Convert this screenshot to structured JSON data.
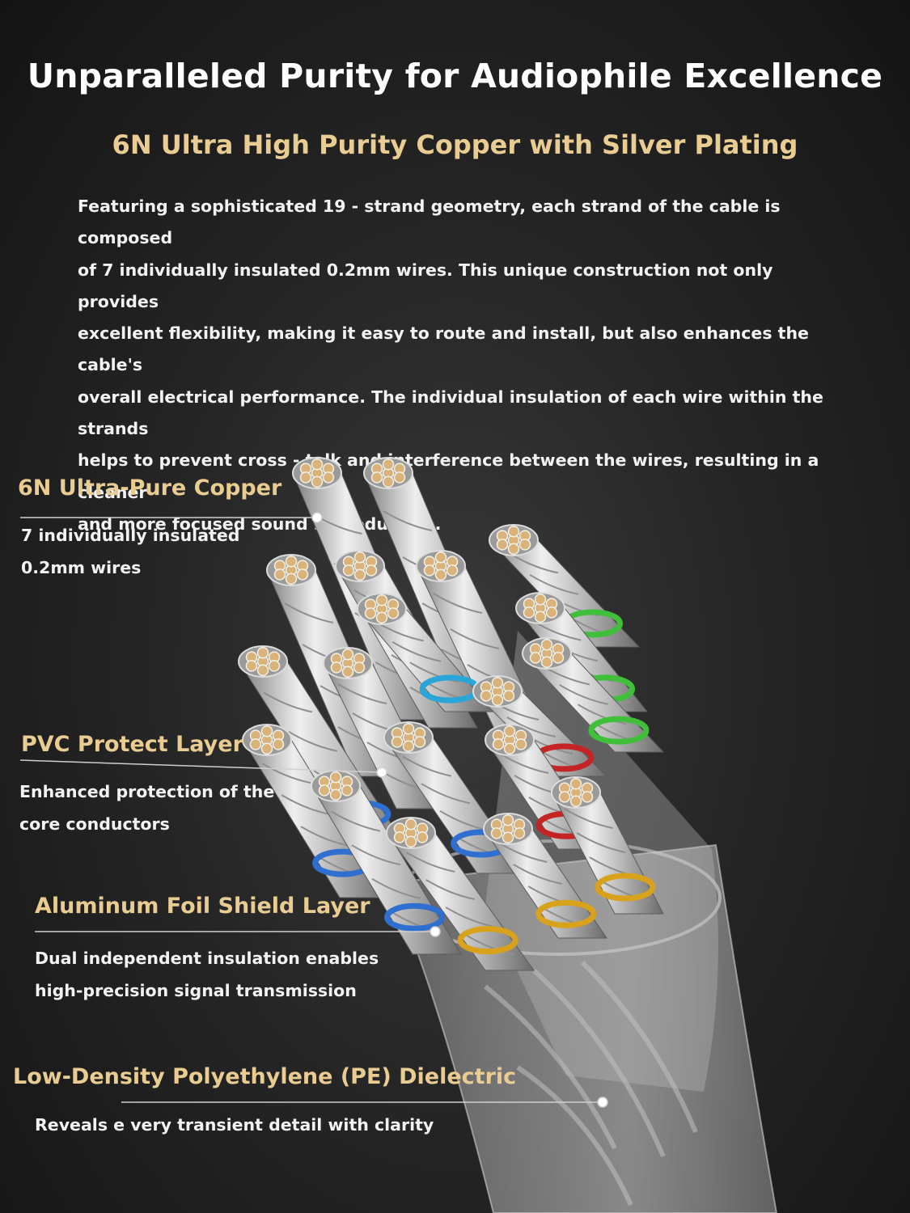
{
  "header": {
    "title": "Unparalleled Purity for Audiophile Excellence",
    "subtitle": "6N Ultra High Purity Copper with Silver Plating",
    "description": [
      "Featuring a sophisticated 19 - strand geometry, each strand of the cable is composed",
      "of 7 individually insulated 0.2mm wires. This unique construction not only provides",
      "excellent flexibility, making it easy to route and install, but also enhances the cable's",
      "overall electrical performance. The individual insulation of each wire within the strands",
      "helps to prevent cross - talk and interference between the wires, resulting in a cleaner",
      "and more focused sound reproduction."
    ]
  },
  "callouts": [
    {
      "title": "6N Ultra-Pure Copper",
      "lines": [
        "7 individually insulated",
        "0.2mm wires"
      ]
    },
    {
      "title": "PVC Protect Layer",
      "lines": [
        "Enhanced protection of the",
        "core conductors"
      ]
    },
    {
      "title": "Aluminum Foil Shield Layer",
      "lines": [
        "Dual independent insulation enables",
        "high-precision signal transmission"
      ]
    },
    {
      "title": "Low-Density Polyethylene (PE) Dielectric",
      "lines": [
        "Reveals  e very transient detail with clarity"
      ]
    }
  ],
  "colors": {
    "gold": "#e9cc92",
    "copper": "#d9b37a",
    "silver": "#d6d6d6",
    "ring_green": "#3fbf3a",
    "ring_blue": "#2f6fd0",
    "ring_cyan": "#2aa5d8",
    "ring_yellow": "#d9a21c",
    "ring_red": "#c42424"
  }
}
